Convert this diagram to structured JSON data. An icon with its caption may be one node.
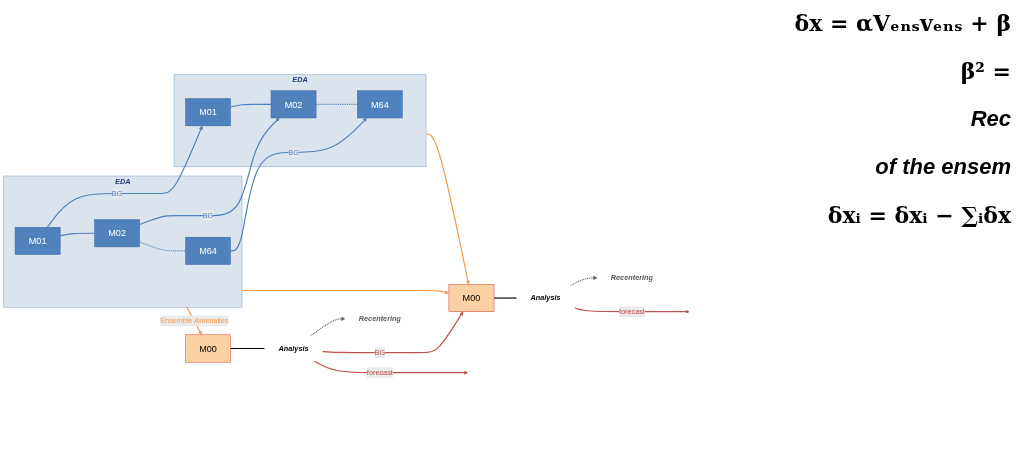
{
  "diagram": {
    "nodes": [
      {
        "text": [
          "EDA"
        ]
      },
      {
        "text": [
          "M01"
        ],
        "in": 0
      },
      {
        "text": [
          "M02"
        ],
        "in": 0
      },
      {
        "text": [
          "M64"
        ],
        "in": 0
      },
      {
        "text": [
          "EDA"
        ]
      },
      {
        "text": [
          "M01"
        ],
        "in": 4
      },
      {
        "text": [
          "M02"
        ],
        "in": 4
      },
      {
        "text": [
          "M64"
        ],
        "in": 4
      },
      {
        "text": [
          "M00"
        ]
      },
      {
        "text": [
          "M00"
        ]
      },
      {
        "text": [
          "Analysis"
        ]
      },
      {
        "text": [
          "Analysis"
        ]
      },
      {
        "text": [
          "Recentering"
        ]
      },
      {
        "text": [
          "Recentering"
        ]
      }
    ],
    "edges": [
      {
        "from": 1,
        "to": 5,
        "arrow": "to",
        "label": "BG"
      },
      {
        "from": 2,
        "to": 6,
        "arrow": "to",
        "label": "BG"
      },
      {
        "from": 3,
        "to": 7,
        "arrow": "to",
        "label": "BG"
      },
      {
        "from": 1,
        "to": 2,
        "arrow": "none"
      },
      {
        "from": 2,
        "to": 3,
        "arrow": "none",
        "style": "dashed"
      },
      {
        "from": 5,
        "to": 6,
        "arrow": "none"
      },
      {
        "from": 6,
        "to": 7,
        "arrow": "none",
        "style": "dashed"
      },
      {
        "from": 0,
        "to": 8,
        "arrow": "to",
        "label": "Ensemble Anomalies",
        "color": "#f79646"
      },
      {
        "from": 0,
        "to": 9,
        "arrow": "to",
        "color": "#f79646"
      },
      {
        "from": 4,
        "to": 9,
        "arrow": "to",
        "color": "#f79646"
      },
      {
        "from": 8,
        "to": 10,
        "arrow": "none",
        "color": "#000000"
      },
      {
        "from": 10,
        "to": 12,
        "arrow": "to",
        "style": "dashed",
        "color": "#595959"
      },
      {
        "from": 10,
        "to": 9,
        "arrow": "to",
        "label": "BG",
        "color": "#c0504d"
      },
      {
        "from": 10,
        "to": null,
        "arrow": "to",
        "label": "forecast",
        "color": "#c0504d"
      },
      {
        "from": 9,
        "to": 11,
        "arrow": "none",
        "color": "#000000"
      },
      {
        "from": 11,
        "to": 13,
        "arrow": "to",
        "style": "dashed",
        "color": "#595959"
      },
      {
        "from": 11,
        "to": null,
        "arrow": "to",
        "label": "forecast",
        "color": "#c0504d"
      }
    ],
    "labels": [
      "δx = αVₑₙₛvₑₙₛ + β",
      "β² =",
      "Rec",
      "of the ensem",
      "δxᵢ = δxᵢ − ∑ᵢδx"
    ]
  }
}
